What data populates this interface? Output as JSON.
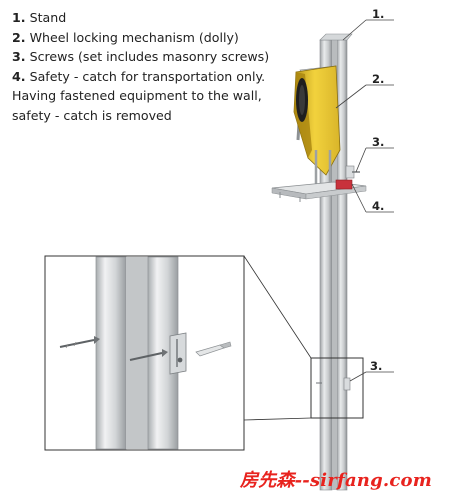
{
  "legend": {
    "items": [
      {
        "num": "1.",
        "text": "Stand"
      },
      {
        "num": "2.",
        "text": "Wheel locking mechanism (dolly)"
      },
      {
        "num": "3.",
        "text": "Screws (set includes masonry screws)"
      },
      {
        "num": "4.",
        "text": "Safety - catch for transportation only. Having fastened equipment to the wall, safety - catch is removed"
      }
    ]
  },
  "callouts": {
    "c1": "1.",
    "c2": "2.",
    "c3": "3.",
    "c4": "4.",
    "c3_detail": "3."
  },
  "watermark": {
    "chinese": "房先森",
    "latin": "--sirfang.com"
  },
  "colors": {
    "accent_yellow": "#e6c12a",
    "catch_red": "#c8323c",
    "watermark_red": "#e8231e"
  }
}
